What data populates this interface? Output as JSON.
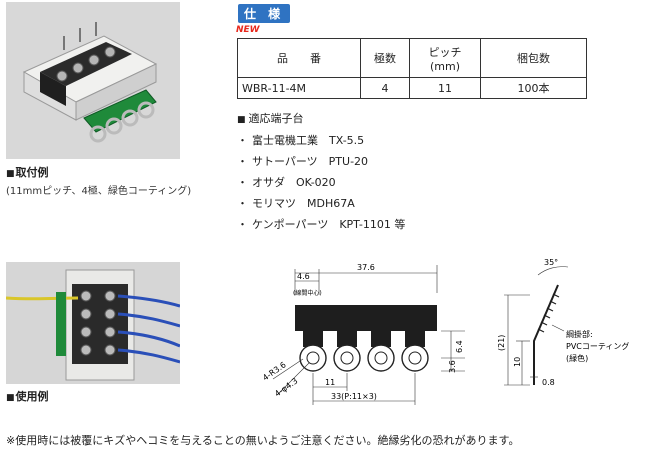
{
  "mount_example": {
    "title": "取付例",
    "subtitle": "(11mmピッチ、4極、緑色コーティング)"
  },
  "use_example": {
    "title": "使用例"
  },
  "spec": {
    "badge": "仕 様",
    "new_badge": "NEW",
    "headers": {
      "part_no": "品　　番",
      "poles": "極数",
      "pitch_line1": "ピッチ",
      "pitch_line2": "(mm)",
      "pack": "梱包数"
    },
    "row": {
      "part_no": "WBR-11-4M",
      "poles": "4",
      "pitch": "11",
      "pack": "100本"
    }
  },
  "terminals": {
    "heading": "適応端子台",
    "items": [
      "富士電機工業　TX-5.5",
      "サトーパーツ　PTU-20",
      "オサダ　OK-020",
      "モリマツ　MDH67A",
      "ケンポーパーツ　KPT-1101 等"
    ]
  },
  "drawing": {
    "dims": {
      "d46": "4.6",
      "d46_sub": "(線間中心)",
      "d376": "37.6",
      "r36": "4-R3.6",
      "hole": "4-φ4.3",
      "d11": "11",
      "d33": "33(P:11×3)",
      "d36": "3.6",
      "d64": "6.4",
      "angle": "35°",
      "d21": "(21)",
      "d10": "10",
      "d08": "0.8",
      "side_label": [
        "綱掛部:",
        "PVCコーティング",
        "(緑色)"
      ]
    }
  },
  "note": "※使用時には被覆にキズやヘコミを与えることの無いようご注意ください。絶縁劣化の恐れがあります。",
  "colors": {
    "badge_blue": "#2f73c2",
    "new_red": "#e8281c",
    "coating_green": "#1f8a3a",
    "wire_blue": "#2a4fb8",
    "wire_yellow": "#d9c62a"
  }
}
